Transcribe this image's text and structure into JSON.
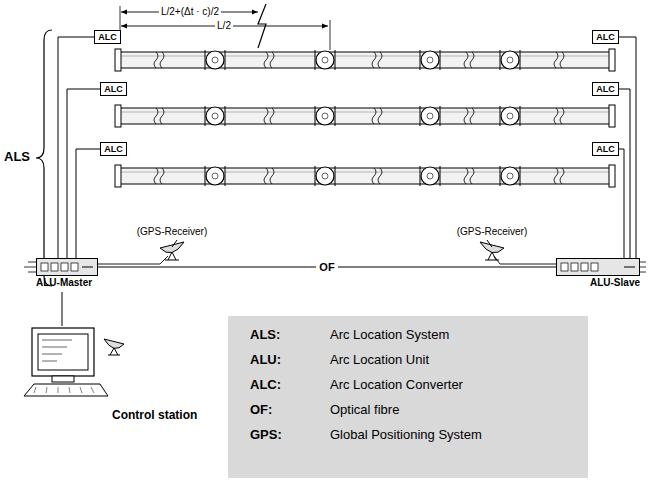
{
  "diagram": {
    "nodes": [
      {
        "text": [
          "ALC"
        ]
      },
      {
        "text": [
          "ALC"
        ]
      },
      {
        "text": [
          "ALC"
        ]
      },
      {
        "text": [
          "ALC"
        ]
      },
      {
        "text": [
          "ALC"
        ]
      },
      {
        "text": [
          "ALC"
        ]
      },
      {
        "text": [
          "ALU-Master"
        ]
      },
      {
        "text": [
          "ALU-Slave"
        ]
      },
      {
        "text": [
          "Control station"
        ]
      }
    ],
    "edges": [
      {
        "from": 0,
        "to": 6,
        "arrow": "none"
      },
      {
        "from": 1,
        "to": 7,
        "arrow": "none"
      },
      {
        "from": 2,
        "to": 6,
        "arrow": "none"
      },
      {
        "from": 3,
        "to": 7,
        "arrow": "none"
      },
      {
        "from": 4,
        "to": 6,
        "arrow": "none"
      },
      {
        "from": 5,
        "to": 7,
        "arrow": "none"
      },
      {
        "from": 6,
        "to": 7,
        "label": "OF",
        "arrow": "none"
      },
      {
        "from": 6,
        "to": 8,
        "arrow": "none"
      }
    ],
    "labels": [
      "ALS",
      "L/2+(Δt · c)/2",
      "L/2",
      "(GPS-Receiver)",
      "(GPS-Receiver)",
      "ALS:",
      "Arc Location System",
      "ALU:",
      "Arc Location Unit",
      "ALC:",
      "Arc Location Converter",
      "OF:",
      "Optical fibre",
      "GPS:",
      "Global Positioning System"
    ]
  }
}
